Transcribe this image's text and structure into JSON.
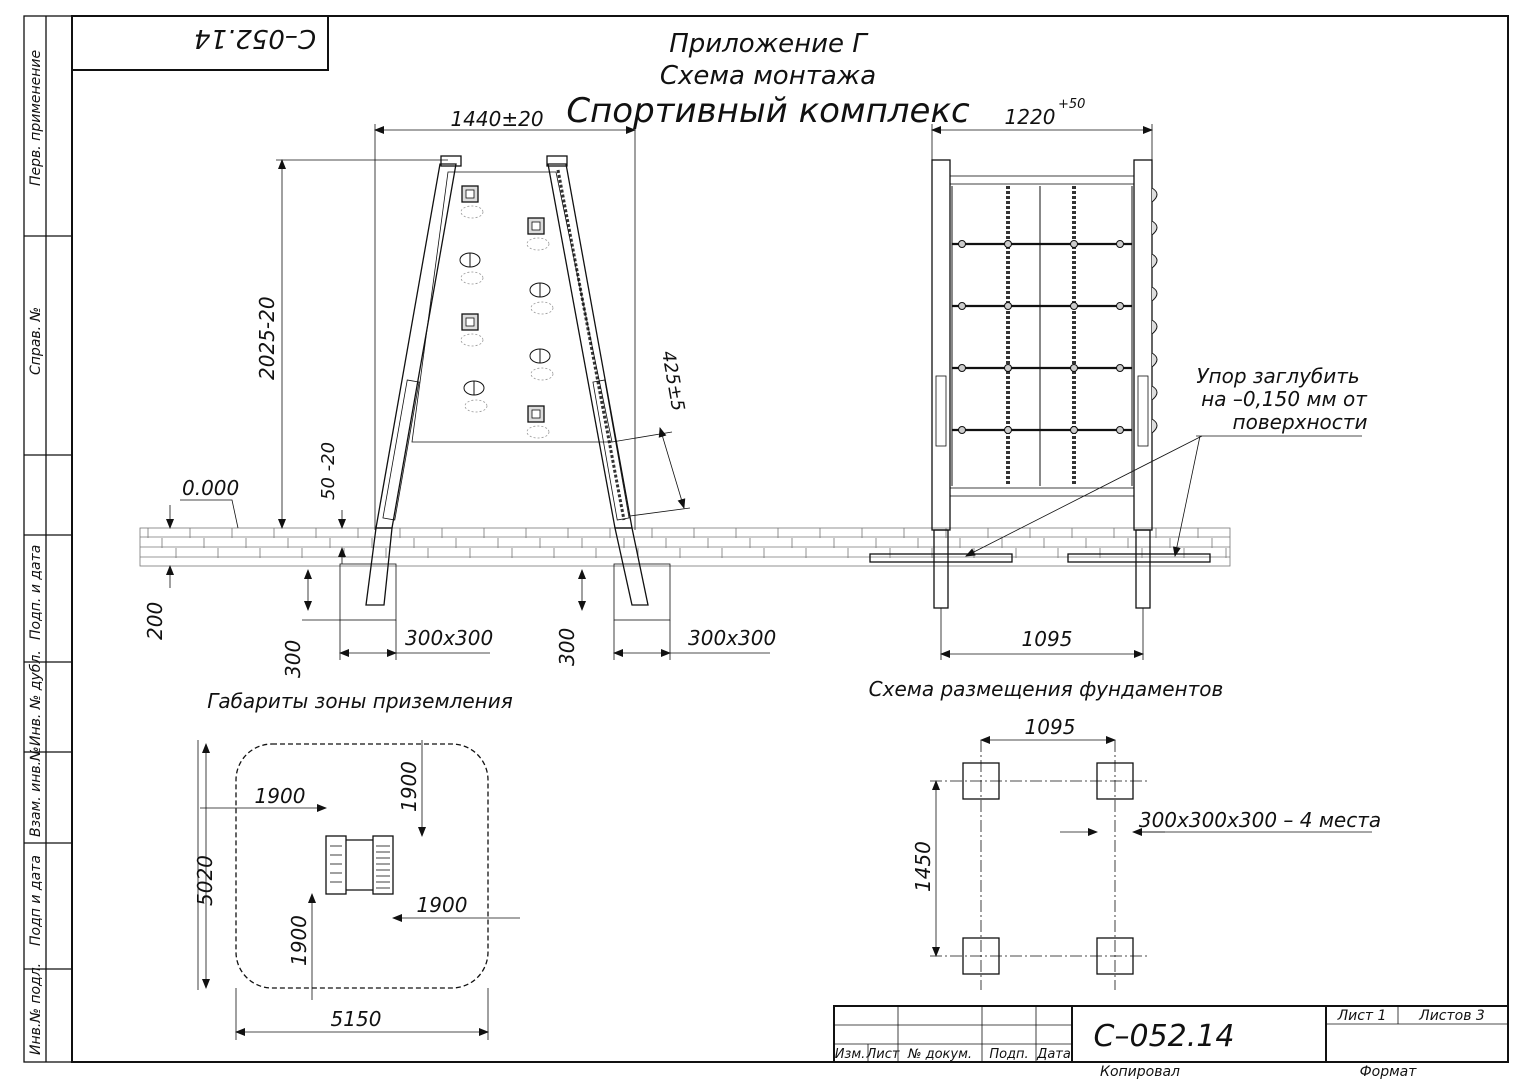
{
  "header": {
    "code_box": "С–052.14",
    "appendix": "Приложение Г",
    "scheme": "Схема монтажа",
    "product": "Спортивный комплекс"
  },
  "side_strip": [
    "Перв. применение",
    "Справ. №",
    "Подп. и дата",
    "Инв. № дубл.",
    "Взам. инв.№",
    "Подп и дата",
    "Инв.№ подл."
  ],
  "side_view": {
    "width_dim": "1440±20",
    "height_dim": "2025-20",
    "offset_dim": "425±5",
    "ground_dim": "50 -20",
    "level_mark": "0.000",
    "depth_200": "200",
    "depth_300_left": "300",
    "depth_300_right": "300",
    "pit_left": "300х300",
    "pit_right": "300х300"
  },
  "front_view": {
    "width_dim": "1220",
    "width_tol": "+50",
    "base_dim": "1095",
    "note_line1": "Упор заглубить",
    "note_line2": "на –0,150 мм от",
    "note_line3": "поверхности"
  },
  "landing_zone": {
    "title": "Габариты зоны приземления",
    "dim_top_left": "1900",
    "dim_top_right": "1900",
    "dim_right": "1900",
    "dim_bottom": "1900",
    "height": "5020",
    "width": "5150"
  },
  "foundation": {
    "title": "Схема размещения фундаментов",
    "width": "1095",
    "height": "1450",
    "note": "300х300х300 – 4 места"
  },
  "title_block": {
    "code": "С–052.14",
    "sheet": "Лист 1",
    "sheets": "Листов 3",
    "col_izm": "Изм.",
    "col_list": "Лист",
    "col_doc": "№ докум.",
    "col_sign": "Подп.",
    "col_date": "Дата",
    "copied": "Копировал",
    "format": "Формат"
  }
}
